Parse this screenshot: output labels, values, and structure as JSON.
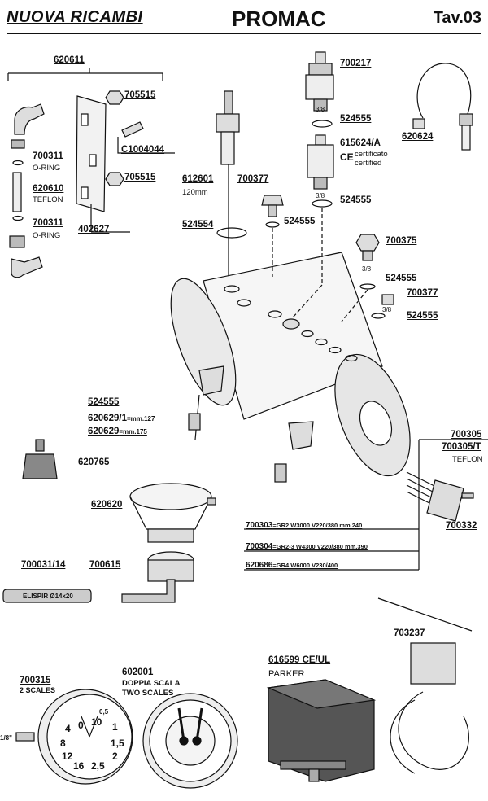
{
  "header": {
    "logo": "NUOVA RICAMBI",
    "brand": "PROMAC",
    "table": "Tav.03"
  },
  "parts": {
    "p620611": "620611",
    "p705515a": "705515",
    "p705515b": "705515",
    "pC1004044": "C1004044",
    "p700311a": "700311",
    "oring_a": "O-RING",
    "p620610": "620610",
    "teflon_a": "TEFLON",
    "p700311b": "700311",
    "oring_b": "O-RING",
    "p402627": "402627",
    "p612601": "612601",
    "len_120": "120mm",
    "p700377a": "700377",
    "p524554": "524554",
    "p524555a": "524555",
    "p700217": "700217",
    "thread_a": "3/8",
    "p524555b": "524555",
    "p615624": "615624/A",
    "cert_it": "certificato",
    "cert_en": "certified",
    "ce_mark": "CE",
    "thread_b": "3/8",
    "p524555c": "524555",
    "p620624": "620624",
    "p700375": "700375",
    "thread_c": "3/8",
    "p524555d": "524555",
    "p700377b": "700377",
    "thread_d": "3/8",
    "p524555e": "524555",
    "p524555f": "524555",
    "p620629_1": "620629/1",
    "p620629_1_len": "=mm.127",
    "p620629": "620629",
    "p620629_len": "=mm.175",
    "p620765": "620765",
    "p620620": "620620",
    "p700305": "700305",
    "p700305T": "700305/T",
    "teflon_b": "TEFLON",
    "p700332": "700332",
    "p700303": "700303",
    "p700303_spec": "=GR2 W3000 V220/380 mm.240",
    "p700304": "700304",
    "p700304_spec": "=GR2-3 W4300 V220/380 mm.390",
    "p620686": "620686",
    "p620686_spec": "=GR4 W6000 V230/400",
    "p700031": "700031/14",
    "elispir": "ELISPIR Ø14x20",
    "p700615": "700615",
    "p700315": "700315",
    "scales2": "2 SCALES",
    "p602001": "602001",
    "doppia": "DOPPIA SCALA",
    "twoscales": "TWO SCALES",
    "p616599": "616599 CE/UL",
    "parker": "PARKER",
    "p703237": "703237",
    "thread_e": "1/8\""
  },
  "gauge_small": {
    "ticks": [
      "0",
      "10",
      "0,5",
      "1",
      "1,5",
      "2",
      "2,5",
      "4",
      "8",
      "12",
      "16"
    ]
  }
}
